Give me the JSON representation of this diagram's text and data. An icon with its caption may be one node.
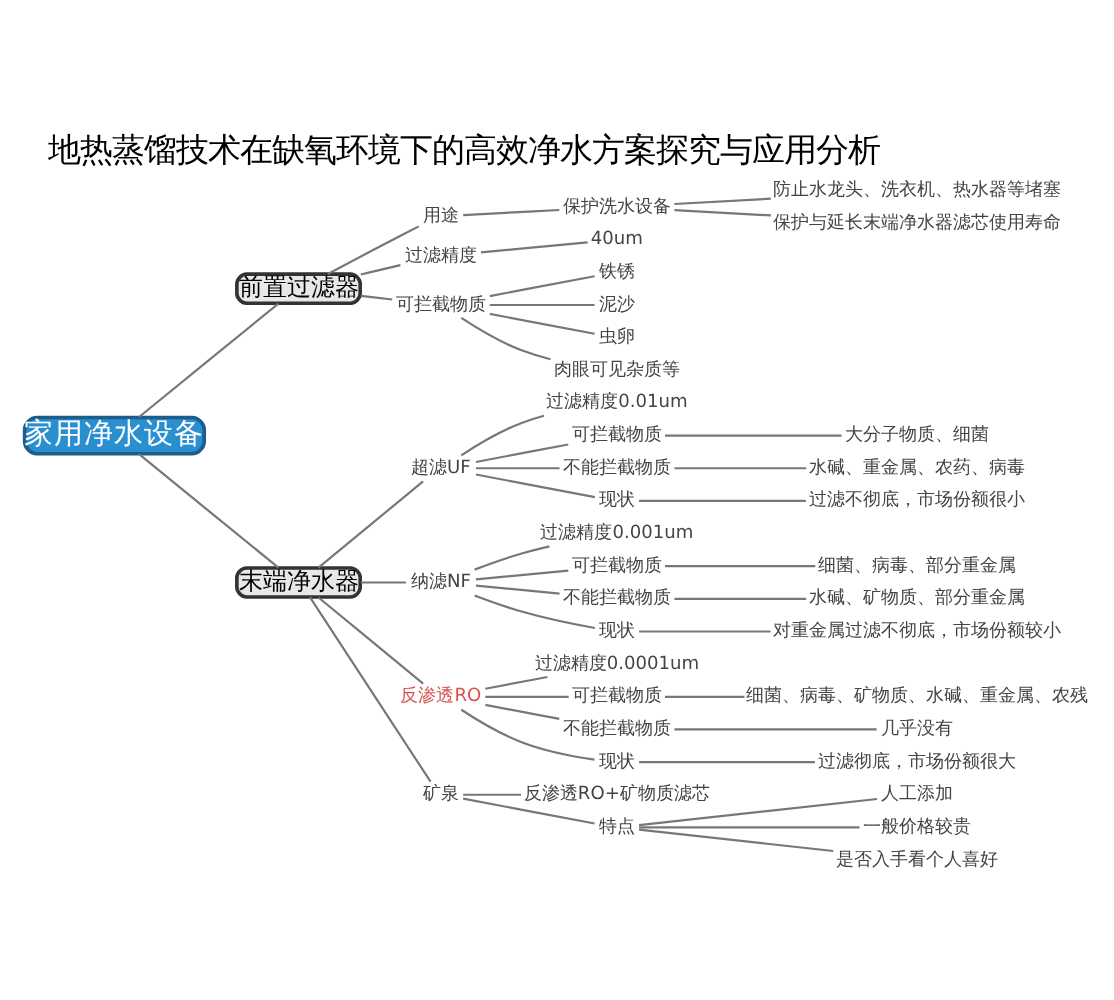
{
  "diagram": {
    "title": "地热蒸馏技术在缺氧环境下的高效净水方案探究与应用分析",
    "nodes": [
      {
        "text": [
          "家用净水设备"
        ]
      },
      {
        "text": [
          "前置过滤器"
        ]
      },
      {
        "text": [
          "用途"
        ]
      },
      {
        "text": [
          "保护洗水设备"
        ]
      },
      {
        "text": [
          "防止水龙头、洗衣机、热水器等堵塞"
        ]
      },
      {
        "text": [
          "保护与延长末端净水器滤芯使用寿命"
        ]
      },
      {
        "text": [
          "过滤精度"
        ]
      },
      {
        "text": [
          "40um"
        ]
      },
      {
        "text": [
          "可拦截物质"
        ]
      },
      {
        "text": [
          "铁锈"
        ]
      },
      {
        "text": [
          "泥沙"
        ]
      },
      {
        "text": [
          "虫卵"
        ]
      },
      {
        "text": [
          "肉眼可见杂质等"
        ]
      },
      {
        "text": [
          "末端净水器"
        ]
      },
      {
        "text": [
          "超滤UF"
        ]
      },
      {
        "text": [
          "过滤精度0.01um"
        ]
      },
      {
        "text": [
          "可拦截物质"
        ]
      },
      {
        "text": [
          "大分子物质、细菌"
        ]
      },
      {
        "text": [
          "不能拦截物质"
        ]
      },
      {
        "text": [
          "水碱、重金属、农药、病毒"
        ]
      },
      {
        "text": [
          "现状"
        ]
      },
      {
        "text": [
          "过滤不彻底，市场份额很小"
        ]
      },
      {
        "text": [
          "纳滤NF"
        ]
      },
      {
        "text": [
          "过滤精度0.001um"
        ]
      },
      {
        "text": [
          "可拦截物质"
        ]
      },
      {
        "text": [
          "细菌、病毒、部分重金属"
        ]
      },
      {
        "text": [
          "不能拦截物质"
        ]
      },
      {
        "text": [
          "水碱、矿物质、部分重金属"
        ]
      },
      {
        "text": [
          "现状"
        ]
      },
      {
        "text": [
          "对重金属过滤不彻底，市场份额较小"
        ]
      },
      {
        "text": [
          "反渗透RO"
        ]
      },
      {
        "text": [
          "过滤精度0.0001um"
        ]
      },
      {
        "text": [
          "可拦截物质"
        ]
      },
      {
        "text": [
          "细菌、病毒、矿物质、水碱、重金属、农残"
        ]
      },
      {
        "text": [
          "不能拦截物质"
        ]
      },
      {
        "text": [
          "几乎没有"
        ]
      },
      {
        "text": [
          "现状"
        ]
      },
      {
        "text": [
          "过滤彻底，市场份额很大"
        ]
      },
      {
        "text": [
          "矿泉"
        ]
      },
      {
        "text": [
          "反渗透RO+矿物质滤芯"
        ]
      },
      {
        "text": [
          "特点"
        ]
      },
      {
        "text": [
          "人工添加"
        ]
      },
      {
        "text": [
          "一般价格较贵"
        ]
      },
      {
        "text": [
          "是否入手看个人喜好"
        ]
      }
    ],
    "edges": [
      {
        "from": 0,
        "to": 1,
        "arrow": "none"
      },
      {
        "from": 0,
        "to": 13,
        "arrow": "none"
      },
      {
        "from": 1,
        "to": 2,
        "arrow": "none"
      },
      {
        "from": 2,
        "to": 3,
        "arrow": "none"
      },
      {
        "from": 3,
        "to": 4,
        "arrow": "none"
      },
      {
        "from": 3,
        "to": 5,
        "arrow": "none"
      },
      {
        "from": 1,
        "to": 6,
        "arrow": "none"
      },
      {
        "from": 6,
        "to": 7,
        "arrow": "none"
      },
      {
        "from": 1,
        "to": 8,
        "arrow": "none"
      },
      {
        "from": 8,
        "to": 9,
        "arrow": "none"
      },
      {
        "from": 8,
        "to": 10,
        "arrow": "none"
      },
      {
        "from": 8,
        "to": 11,
        "arrow": "none"
      },
      {
        "from": 8,
        "to": 12,
        "arrow": "none"
      },
      {
        "from": 13,
        "to": 14,
        "arrow": "none"
      },
      {
        "from": 14,
        "to": 15,
        "arrow": "none"
      },
      {
        "from": 14,
        "to": 16,
        "arrow": "none"
      },
      {
        "from": 16,
        "to": 17,
        "arrow": "none"
      },
      {
        "from": 14,
        "to": 18,
        "arrow": "none"
      },
      {
        "from": 18,
        "to": 19,
        "arrow": "none"
      },
      {
        "from": 14,
        "to": 20,
        "arrow": "none"
      },
      {
        "from": 20,
        "to": 21,
        "arrow": "none"
      },
      {
        "from": 13,
        "to": 22,
        "arrow": "none"
      },
      {
        "from": 22,
        "to": 23,
        "arrow": "none"
      },
      {
        "from": 22,
        "to": 24,
        "arrow": "none"
      },
      {
        "from": 24,
        "to": 25,
        "arrow": "none"
      },
      {
        "from": 22,
        "to": 26,
        "arrow": "none"
      },
      {
        "from": 26,
        "to": 27,
        "arrow": "none"
      },
      {
        "from": 22,
        "to": 28,
        "arrow": "none"
      },
      {
        "from": 28,
        "to": 29,
        "arrow": "none"
      },
      {
        "from": 13,
        "to": 30,
        "arrow": "none"
      },
      {
        "from": 30,
        "to": 31,
        "arrow": "none"
      },
      {
        "from": 30,
        "to": 32,
        "arrow": "none"
      },
      {
        "from": 32,
        "to": 33,
        "arrow": "none"
      },
      {
        "from": 30,
        "to": 34,
        "arrow": "none"
      },
      {
        "from": 34,
        "to": 35,
        "arrow": "none"
      },
      {
        "from": 30,
        "to": 36,
        "arrow": "none"
      },
      {
        "from": 36,
        "to": 37,
        "arrow": "none"
      },
      {
        "from": 13,
        "to": 38,
        "arrow": "none"
      },
      {
        "from": 38,
        "to": 39,
        "arrow": "none"
      },
      {
        "from": 38,
        "to": 40,
        "arrow": "none"
      },
      {
        "from": 40,
        "to": 41,
        "arrow": "none"
      },
      {
        "from": 40,
        "to": 42,
        "arrow": "none"
      },
      {
        "from": 40,
        "to": 43,
        "arrow": "none"
      }
    ]
  }
}
